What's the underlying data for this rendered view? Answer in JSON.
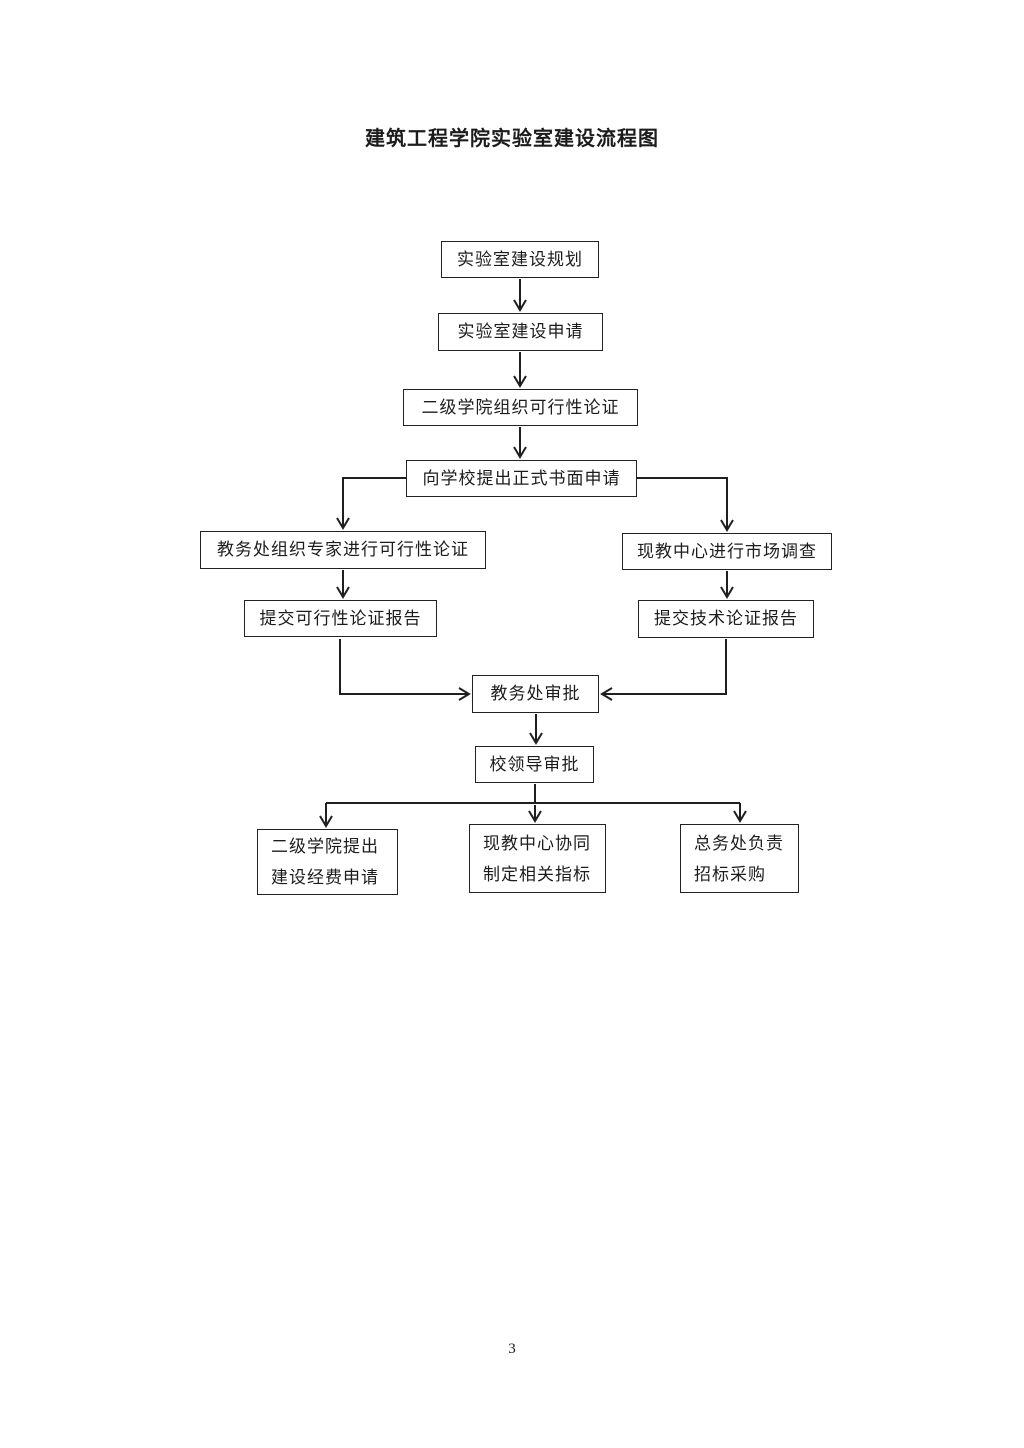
{
  "page": {
    "title": "建筑工程学院实验室建设流程图",
    "page_number": "3"
  },
  "flowchart": {
    "nodes": [
      {
        "id": "lab-construction-planning",
        "label": "实验室建设规划"
      },
      {
        "id": "lab-construction-application",
        "label": "实验室建设申请"
      },
      {
        "id": "college-feasibility",
        "label": "二级学院组织可行性论证"
      },
      {
        "id": "formal-written-application",
        "label": "向学校提出正式书面申请"
      },
      {
        "id": "aao-expert-feasibility",
        "label": "教务处组织专家进行可行性论证"
      },
      {
        "id": "submit-feasibility-report",
        "label": "提交可行性论证报告"
      },
      {
        "id": "mec-market-survey",
        "label": "现教中心进行市场调查"
      },
      {
        "id": "submit-technical-report",
        "label": "提交技术论证报告"
      },
      {
        "id": "aao-approval",
        "label": "教务处审批"
      },
      {
        "id": "school-leader-approval",
        "label": "校领导审批"
      },
      {
        "id": "college-fund-application",
        "label": "二级学院提出\n建设经费申请"
      },
      {
        "id": "mec-indicators",
        "label": "现教中心协同\n制定相关指标"
      },
      {
        "id": "general-affairs-procurement",
        "label": "总务处负责\n招标采购"
      }
    ],
    "edges": [
      {
        "from": "lab-construction-planning",
        "to": "lab-construction-application"
      },
      {
        "from": "lab-construction-application",
        "to": "college-feasibility"
      },
      {
        "from": "college-feasibility",
        "to": "formal-written-application"
      },
      {
        "from": "formal-written-application",
        "to": "aao-expert-feasibility"
      },
      {
        "from": "formal-written-application",
        "to": "mec-market-survey"
      },
      {
        "from": "aao-expert-feasibility",
        "to": "submit-feasibility-report"
      },
      {
        "from": "mec-market-survey",
        "to": "submit-technical-report"
      },
      {
        "from": "submit-feasibility-report",
        "to": "aao-approval"
      },
      {
        "from": "submit-technical-report",
        "to": "aao-approval"
      },
      {
        "from": "aao-approval",
        "to": "school-leader-approval"
      },
      {
        "from": "school-leader-approval",
        "to": "college-fund-application"
      },
      {
        "from": "school-leader-approval",
        "to": "mec-indicators"
      },
      {
        "from": "school-leader-approval",
        "to": "general-affairs-procurement"
      }
    ],
    "line_color": "#1f1f1f"
  }
}
